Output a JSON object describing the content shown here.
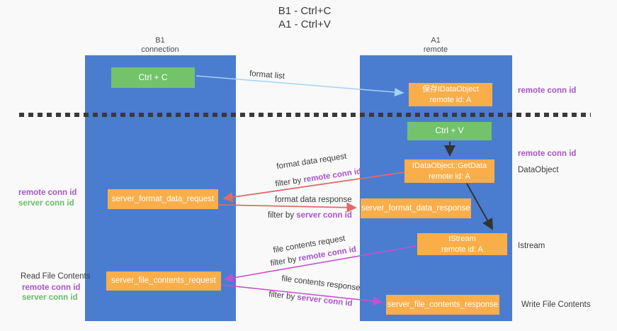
{
  "title": {
    "line1": "B1 - Ctrl+C",
    "line2": "A1 - Ctrl+V"
  },
  "lifelines": {
    "left": {
      "name": "B1",
      "subtitle": "connection"
    },
    "right": {
      "name": "A1",
      "subtitle": "remote"
    }
  },
  "boxes": {
    "ctrl_c": {
      "label": "Ctrl + C"
    },
    "save_dataobject": {
      "line1": "保存IDataObject",
      "line2": "remote id: A"
    },
    "ctrl_v": {
      "label": "Ctrl + V"
    },
    "getdata": {
      "line1": "IDataObject::GetData",
      "line2": "remote id: A"
    },
    "format_request": {
      "label": "server_format_data_request"
    },
    "format_response": {
      "label": "server_format_data_response"
    },
    "istream": {
      "line1": "IStream",
      "line2": "remote id: A"
    },
    "file_request": {
      "label": "server_file_contents_request"
    },
    "file_response": {
      "label": "server_file_contents_response"
    }
  },
  "arrow_labels": {
    "format_list": "format list",
    "format_data_request": "format data request",
    "format_data_request_filter": {
      "prefix": "filter by ",
      "highlight": "remote conn id"
    },
    "format_data_response": "format data response",
    "format_data_response_filter": {
      "prefix": "filter by ",
      "highlight": "server conn id"
    },
    "file_contents_request": "file contents request",
    "file_contents_request_filter": {
      "prefix": "filter by ",
      "highlight": "remote conn id"
    },
    "file_contents_response": "file contents response",
    "file_contents_response_filter": {
      "prefix": "filter by ",
      "highlight": "server conn id"
    }
  },
  "side_labels": {
    "right_remote_conn_top": "remote conn id",
    "right_remote_conn_mid": "remote conn id",
    "right_dataobject": "DataObject",
    "right_istream": "Istream",
    "right_write_file": "Write File Contents",
    "left_remote_conn_1": "remote conn id",
    "left_server_conn_1": "server conn id",
    "left_read_file": "Read File Contents",
    "left_remote_conn_2": "remote conn id",
    "left_server_conn_2": "server conn id"
  },
  "colors": {
    "lifeline_blue": "#4a7dd0",
    "box_orange": "#f9ae4a",
    "box_green": "#72c36c",
    "arrow_red": "#e06a6a",
    "arrow_magenta": "#c94fcf",
    "arrow_light_blue": "#a5d3f2",
    "arrow_black": "#333333",
    "label_purple": "#a855c8",
    "label_green": "#67bd67",
    "background": "#f9f9f9"
  }
}
